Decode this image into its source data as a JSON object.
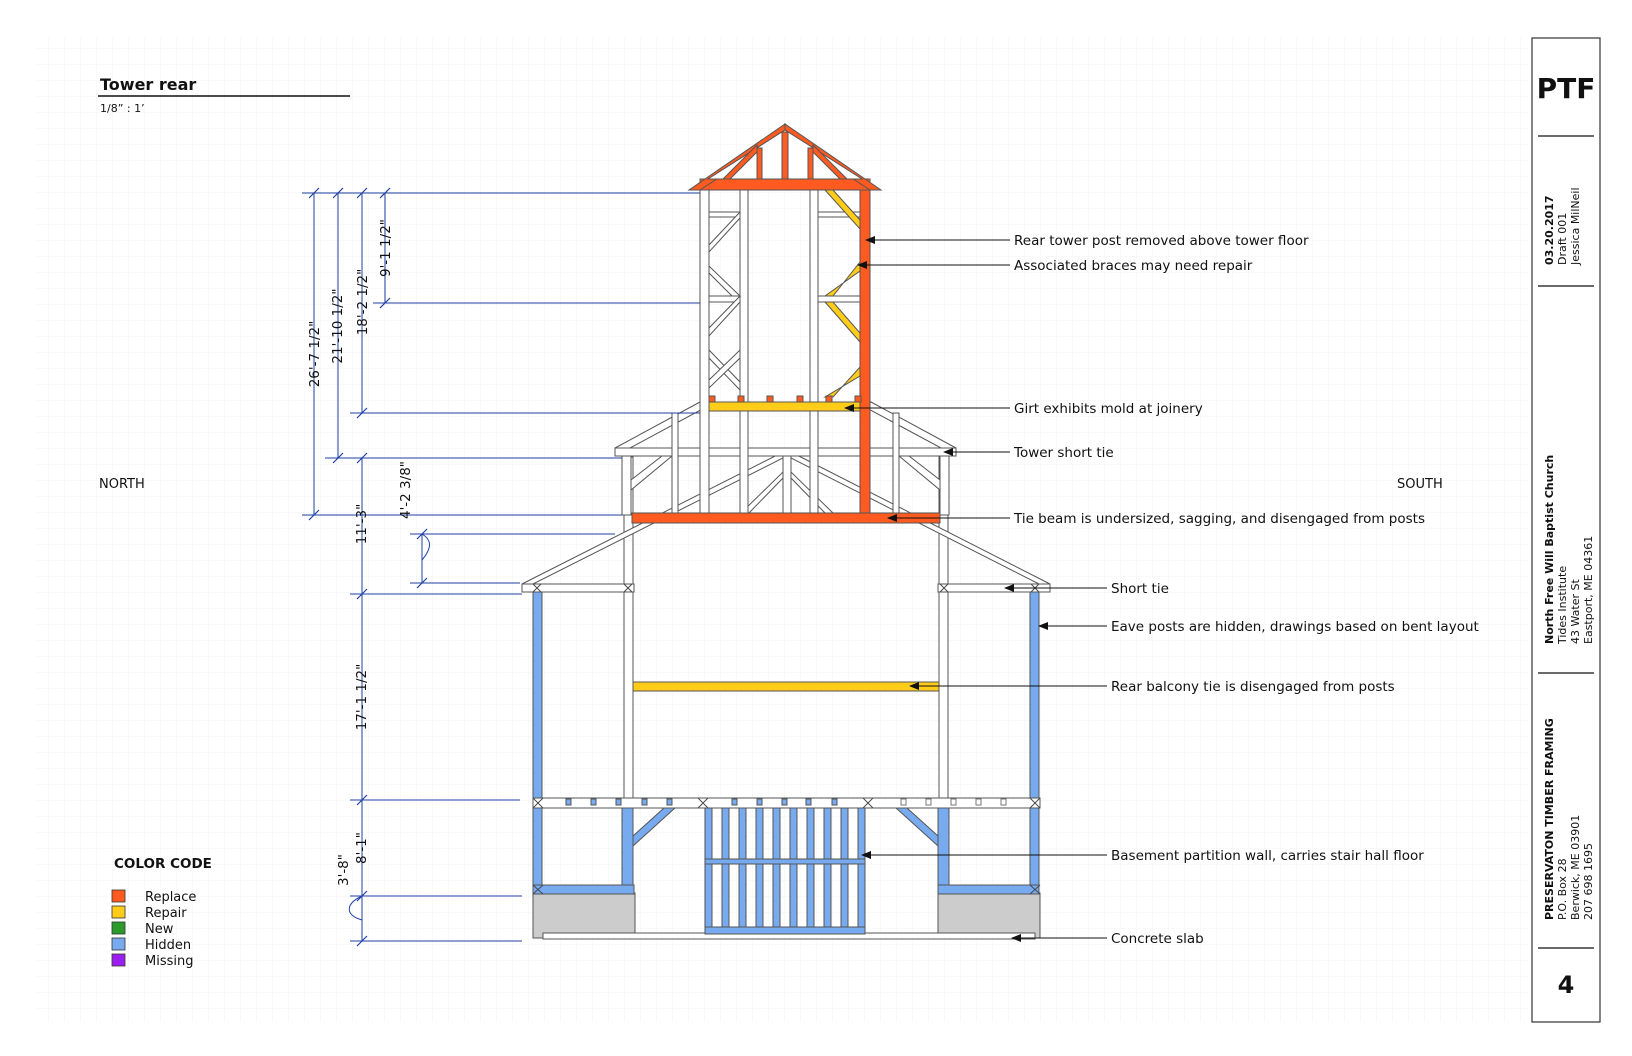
{
  "drawing": {
    "title": "Tower rear",
    "scale": "1/8” : 1’",
    "north": "NORTH",
    "south": "SOUTH"
  },
  "colors": {
    "replace": "#ff5a1f",
    "repair": "#ffcc1a",
    "new": "#2a9a2a",
    "hidden": "#78aaf0",
    "missing": "#9b1ef0",
    "dimension": "#1f3fa6",
    "concrete": "#cccccc"
  },
  "dimensions": {
    "tower_overall": "26'-7 1/2\"",
    "to_short_tie": "21'-10 1/2\"",
    "to_girt": "18'-2 1/2\"",
    "girt_to_plate": "9'-1 1/2\"",
    "tie_to_eave": "11'-3\"",
    "tie_offset": "4'-2 3/8\"",
    "eave_height": "17'-1 1/2\"",
    "basement_height": "8'-1\"",
    "slab_offset": "3'-8\""
  },
  "annotations": [
    "Rear tower post removed above tower floor",
    "Associated braces may need repair",
    "Girt exhibits mold at joinery",
    "Tower short tie",
    "Tie beam is undersized, sagging, and disengaged from posts",
    "Short tie",
    "Eave posts are hidden, drawings based on bent layout",
    "Rear balcony tie is disengaged from posts",
    "Basement partition wall, carries stair hall floor",
    "Concrete slab"
  ],
  "legend": {
    "title": "COLOR CODE",
    "items": [
      {
        "label": "Replace",
        "color": "#ff5a1f"
      },
      {
        "label": "Repair",
        "color": "#ffcc1a"
      },
      {
        "label": "New",
        "color": "#2a9a2a"
      },
      {
        "label": "Hidden",
        "color": "#78aaf0"
      },
      {
        "label": "Missing",
        "color": "#9b1ef0"
      }
    ]
  },
  "title_block": {
    "logo": "PTF",
    "date": "03.20.2017",
    "draft": "Draft 001",
    "author": "Jessica MilNeil",
    "project": "North Free Will Baptist Church",
    "client": "Tides Institute",
    "client_address1": "43 Water St",
    "client_address2": "Eastport, ME  04361",
    "firm": "PRESERVATON TIMBER FRAMING",
    "firm_address1": "P.O. Box 28",
    "firm_address2": "Berwick, ME 03901",
    "firm_phone": "207 698 1695",
    "sheet_number": "4"
  }
}
